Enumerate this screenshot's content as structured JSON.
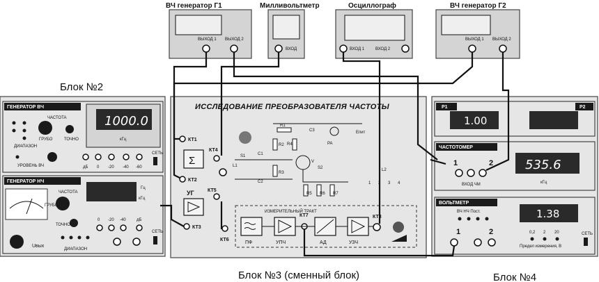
{
  "instruments": {
    "gen_g1": {
      "title": "ВЧ генератор Г1",
      "out1": "ВЫХОД 1",
      "out2": "ВЫХОД 2"
    },
    "millivoltmeter": {
      "title": "Милливольтметр",
      "input": "ВХОД"
    },
    "oscilloscope": {
      "title": "Осциллограф",
      "in1": "ВХОД 1",
      "in2": "ВХОД 2"
    },
    "gen_g2": {
      "title": "ВЧ генератор Г2",
      "out1": "ВЫХОД 1",
      "out2": "ВЫХОД 2"
    }
  },
  "captions": {
    "block2": "Блок №2",
    "block3": "Блок №3 (сменный блок)",
    "block4": "Блок №4"
  },
  "block2": {
    "hf_title": "ГЕНЕРАТОР ВЧ",
    "hf_freq_label": "ЧАСТОТА",
    "hf_rough": "ГРУБО",
    "hf_fine": "ТОЧНО",
    "hf_range": "ДИАПАЗОН",
    "hf_display": "1000.0",
    "hf_unit": "кГц",
    "hf_level": "УРОВЕНЬ ВЧ",
    "hf_db": "дБ",
    "hf_atten": [
      "0",
      "-20",
      "-40",
      "-60"
    ],
    "hf_net": "СЕТЬ",
    "lf_title": "ГЕНЕРАТОР НЧ",
    "lf_freq_label": "ЧАСТОТА",
    "lf_rough": "ГРУБО",
    "lf_fine": "ТОЧНО",
    "lf_hz": "Гц",
    "lf_khz": "кГц",
    "lf_atten": [
      "0",
      "-20",
      "-40"
    ],
    "lf_db": "дБ",
    "lf_uout": "Uвых",
    "lf_range": "ДИАПАЗОН",
    "lf_net": "СЕТЬ"
  },
  "block3": {
    "title": "ИССЛЕДОВАНИЕ  ПРЕОБРАЗОВАТЕЛЯ ЧАСТОТЫ",
    "kt": [
      "КТ1",
      "КТ2",
      "КТ3",
      "КТ4",
      "КТ5",
      "КТ6",
      "КТ7",
      "КТ8"
    ],
    "sum_symbol": "Σ",
    "ug": "УГ",
    "tract": "ИЗМЕРИТЕЛЬНЫЙ  ТРАКТ",
    "chain": [
      "ПФ",
      "УПЧ",
      "АД",
      "УЗЧ"
    ],
    "components": [
      "R1",
      "R2",
      "R3",
      "R4",
      "C1",
      "C2",
      "C3",
      "R5",
      "R6",
      "R7",
      "PA",
      "S1",
      "S2",
      "V",
      "L1",
      "L2",
      "Eпит"
    ],
    "switch_nums": [
      "1",
      "2",
      "3",
      "4"
    ]
  },
  "block4": {
    "p1": "P1",
    "p2": "P2",
    "p_display": "1.00",
    "fm_title": "ЧАСТОТОМЕР",
    "fm_in1": "1",
    "fm_in2": "2",
    "fm_display": "535.6",
    "fm_unit": "кГц",
    "fm_input_lbl": "ВХОД ЧМ",
    "vm_title": "ВОЛЬТМЕТР",
    "vm_modes": "ВЧ  НЧ  Пост.",
    "vm_display": "1.38",
    "vm_in1": "1",
    "vm_in2": "2",
    "vm_ranges": [
      "0,2",
      "2",
      "20"
    ],
    "vm_limit": "Предел измерения, В",
    "vm_net": "СЕТЬ"
  }
}
